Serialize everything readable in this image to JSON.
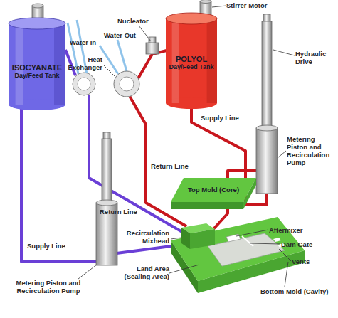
{
  "diagram": {
    "nodes": [
      {
        "text": [
          "POLYOL",
          "Day/Feed Tank"
        ]
      },
      {
        "text": [
          "ISOCYANATE",
          "Day/Feed Tank"
        ]
      },
      {
        "text": [
          "Top Mold (Core)"
        ]
      }
    ],
    "labels": [
      "Stirrer Motor",
      "Nucleator",
      "Water In",
      "Water Out",
      "Heat Exchanger",
      "Hydraulic Drive",
      "Supply Line",
      "Metering Piston and Recirculation Pump",
      "Return Line",
      "Return Line",
      "Recirculation Mixhead",
      "Aftermixer",
      "Dam Gate",
      "Vents",
      "Bottom Mold (Cavity)",
      "Land Area (Sealing Area)",
      "Supply Line",
      "Metering Piston and Recirculation Pump"
    ]
  }
}
